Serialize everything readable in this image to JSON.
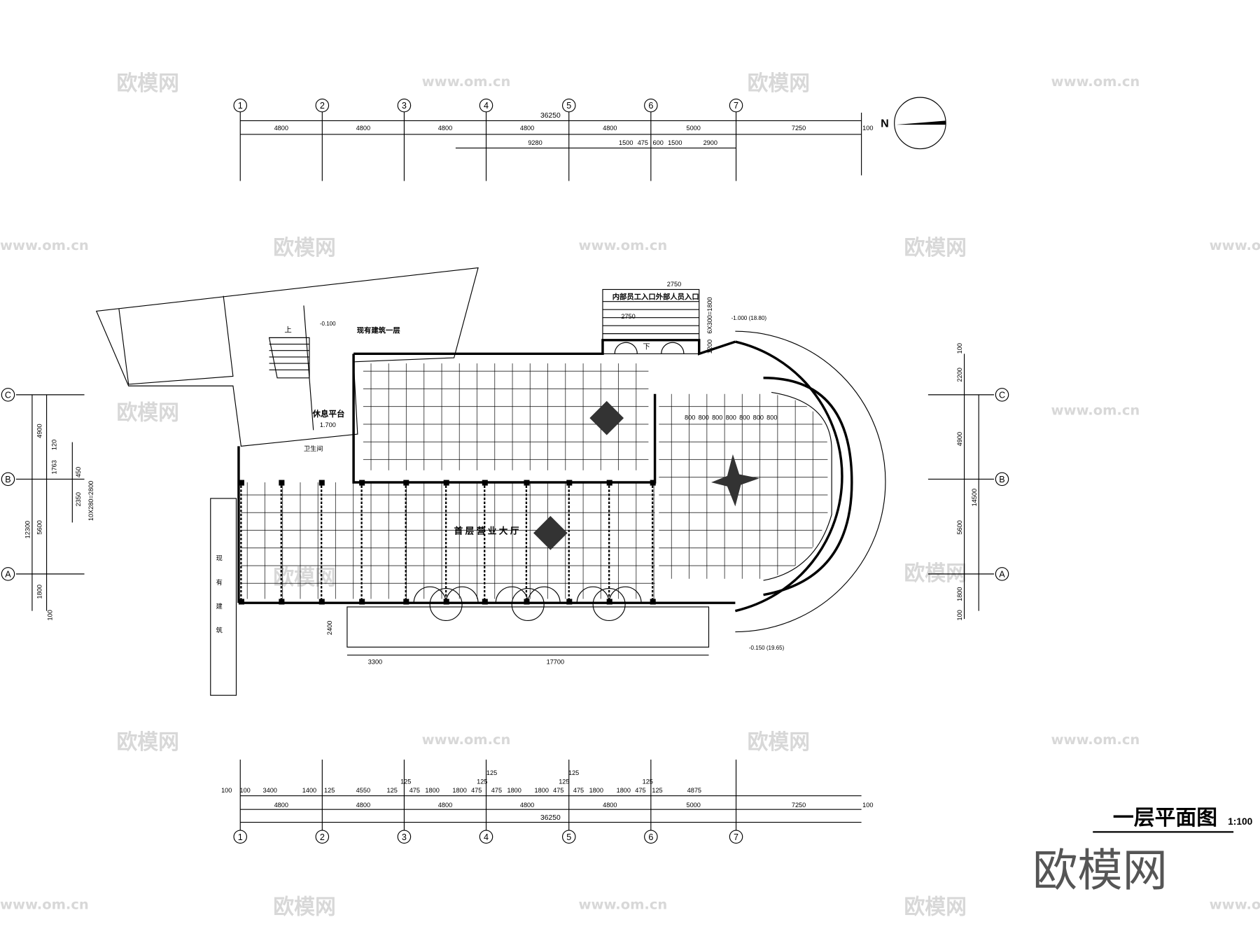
{
  "title": "一层平面图",
  "scale": "1:100",
  "watermark": {
    "logo": "欧模网",
    "url": "www.om.cn"
  },
  "north_label": "N",
  "axes_x": [
    "1",
    "2",
    "3",
    "4",
    "5",
    "6",
    "7"
  ],
  "axes_y": [
    "C",
    "B",
    "A"
  ],
  "top_dims": {
    "overall": "36250",
    "row1": [
      "4800",
      "4800",
      "4800",
      "4800",
      "4800",
      "5000",
      "7250",
      "100"
    ],
    "row2": [
      "9280",
      "1500",
      "475",
      "600",
      "1500",
      "2900"
    ]
  },
  "bottom_dims": {
    "overall": "36250",
    "row1": [
      "100",
      "100",
      "3400",
      "1400",
      "125",
      "4550",
      "125",
      "125",
      "475",
      "1800",
      "1800",
      "475",
      "125",
      "125",
      "475",
      "1800",
      "1800",
      "475",
      "125",
      "125",
      "475",
      "1800",
      "1800",
      "475",
      "125",
      "125",
      "4875"
    ],
    "row2": [
      "4800",
      "4800",
      "4800",
      "4800",
      "4800",
      "5000",
      "7250",
      "100"
    ]
  },
  "left_dims": [
    "4900",
    "1763",
    "120",
    "450",
    "2350",
    "10X280=2800",
    "12300",
    "5600",
    "1800",
    "100"
  ],
  "right_dims": [
    "100",
    "2200",
    "4900",
    "14500",
    "5600",
    "1800",
    "100"
  ],
  "entrance_dims": [
    "2750",
    "2750",
    "6X300=1800",
    "1200"
  ],
  "front_dims": [
    "2400",
    "3300",
    "17700"
  ],
  "room_labels": {
    "hall": "首层营业大厅",
    "existing_building_f1": "现有建筑一层",
    "rest_platform": "休息平台",
    "rest_level": "1.700",
    "entrance": "内部员工入口外部人员入口",
    "existing_building": "现有建筑",
    "toilet": "卫生间",
    "up": "上",
    "down": "下"
  },
  "levels": [
    "-0.100",
    "-1.000 (18.80)",
    "-0.150 (19.65)"
  ],
  "tile_dims": [
    "800",
    "800",
    "800",
    "800",
    "800",
    "800",
    "800"
  ]
}
